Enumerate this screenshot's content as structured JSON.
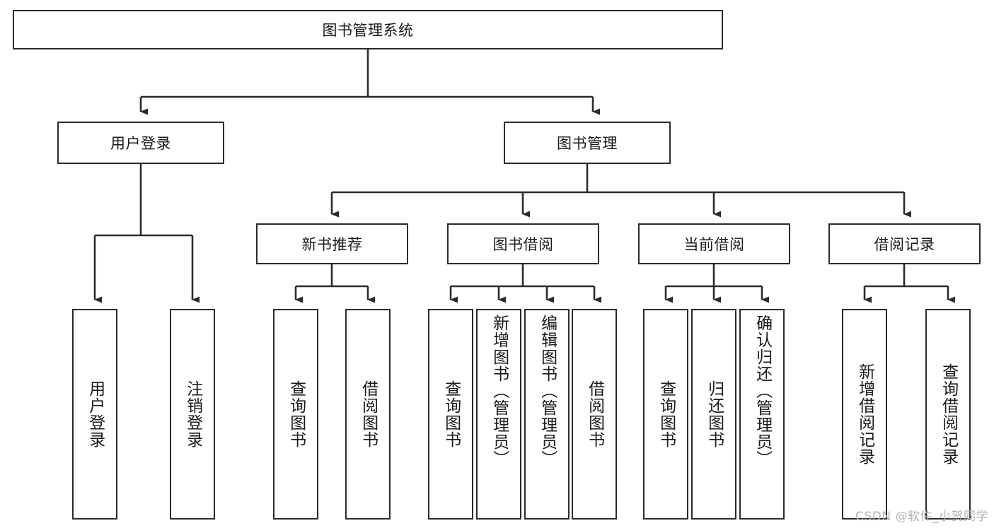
{
  "diagram": {
    "title": "图书管理系统",
    "type": "tree-hierarchy-chart",
    "colors": {
      "box_border": "#2b2b2b",
      "box_fill": "#ffffff",
      "edge": "#2b2b2b",
      "text": "#1a1a1a",
      "watermark": "#b4b4b4",
      "background": "#ffffff"
    },
    "root": {
      "label": "图书管理系统"
    },
    "level2": [
      {
        "label": "用户登录"
      },
      {
        "label": "图书管理"
      }
    ],
    "level3": [
      {
        "label": "新书推荐"
      },
      {
        "label": "图书借阅"
      },
      {
        "label": "当前借阅"
      },
      {
        "label": "借阅记录"
      }
    ],
    "leaves_user_login": [
      {
        "label": "用户登录"
      },
      {
        "label": "注销登录"
      }
    ],
    "leaves_new_book": [
      {
        "label": "查询图书"
      },
      {
        "label": "借阅图书"
      }
    ],
    "leaves_borrow": [
      {
        "label": "查询图书"
      },
      {
        "label": "新增图书（管理员）"
      },
      {
        "label": "编辑图书（管理员）"
      },
      {
        "label": "借阅图书"
      }
    ],
    "leaves_current": [
      {
        "label": "查询图书"
      },
      {
        "label": "归还图书"
      },
      {
        "label": "确认归还（管理员）"
      }
    ],
    "leaves_record": [
      {
        "label": "新增借阅记录"
      },
      {
        "label": "查询借阅记录"
      }
    ],
    "watermark": "CSDN @软件_小贺同学"
  }
}
